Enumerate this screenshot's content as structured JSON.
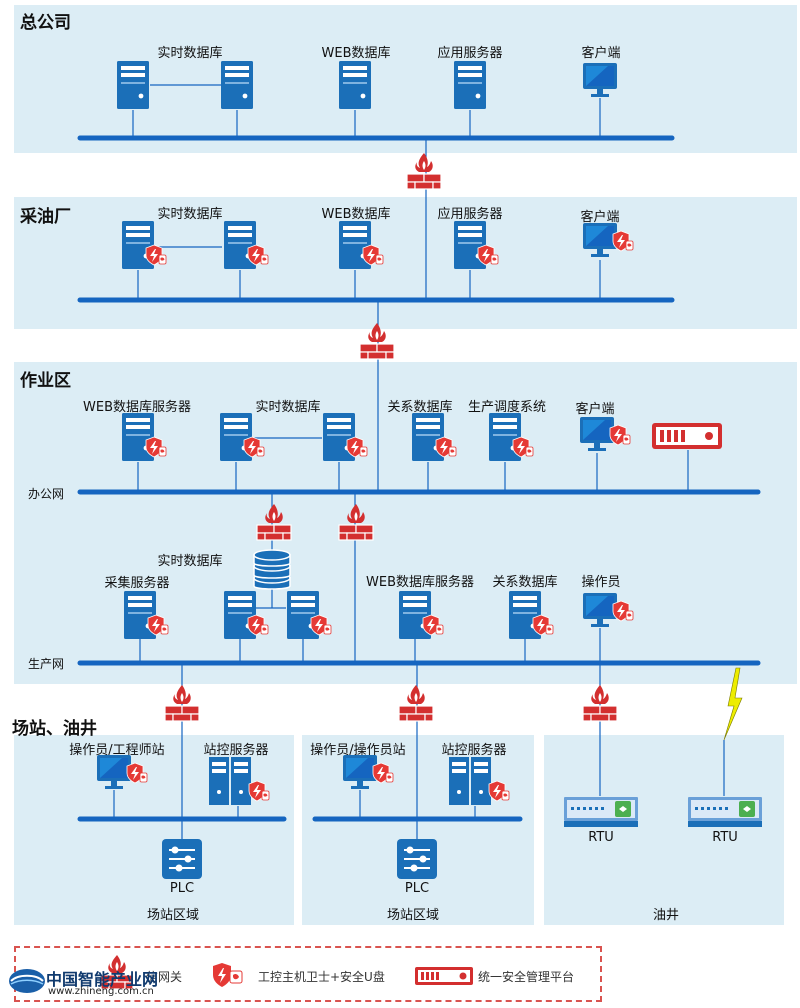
{
  "zones": {
    "hq": {
      "title": "总公司"
    },
    "plant": {
      "title": "采油厂"
    },
    "work": {
      "title": "作业区"
    },
    "field": {
      "title": "场站、油井"
    }
  },
  "labels": {
    "hq_rtdb": "实时数据库",
    "hq_web": "WEB数据库",
    "hq_app": "应用服务器",
    "hq_client": "客户端",
    "pl_rtdb": "实时数据库",
    "pl_web": "WEB数据库",
    "pl_app": "应用服务器",
    "pl_client": "客户端",
    "wk_webdb": "WEB数据库服务器",
    "wk_rtdb": "实时数据库",
    "wk_reldb": "关系数据库",
    "wk_sched": "生产调度系统",
    "wk_client": "客户端",
    "office_net": "办公网",
    "pr_rtdb": "实时数据库",
    "pr_collect": "采集服务器",
    "pr_webdb": "WEB数据库服务器",
    "pr_reldb": "关系数据库",
    "pr_operator": "操作员",
    "prod_net": "生产网",
    "st1_op": "操作员/工程师站",
    "st1_srv": "站控服务器",
    "st1_plc": "PLC",
    "st1_area": "场站区域",
    "st2_op": "操作员/操作员站",
    "st2_srv": "站控服务器",
    "st2_plc": "PLC",
    "st2_area": "场站区域",
    "rtu1": "RTU",
    "rtu2": "RTU",
    "well_area": "油井"
  },
  "legend": {
    "gateway": "信网关",
    "guard": "工控主机卫士+安全U盘",
    "platform": "统一安全管理平台"
  },
  "watermark": {
    "name": "中国智能产业网",
    "url": "www.zhineng.com.cn"
  },
  "colors": {
    "zone_bg": "#dcedf5",
    "device_blue": "#1b6fb8",
    "bus_blue": "#1565c0",
    "firewall_red": "#d32f2f",
    "badge_red": "#e53935",
    "lightning": "#e8e800"
  }
}
